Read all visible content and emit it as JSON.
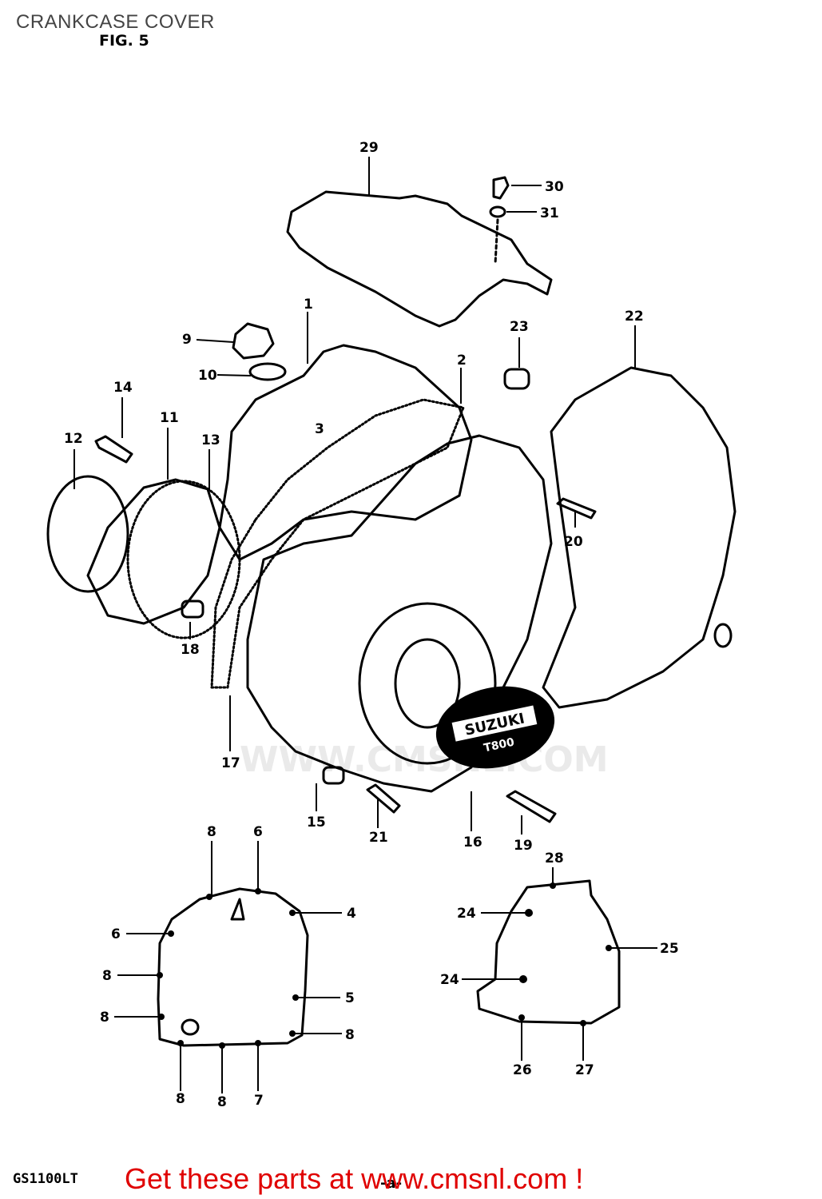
{
  "header": {
    "title": "CRANKCASE COVER",
    "figure": "FIG. 5"
  },
  "footer": {
    "model": "GS1100LT",
    "page": "-a-",
    "link_text": "Get these parts at www.cmsnl.com !"
  },
  "watermark": {
    "text": "WWW.CMSNL.COM"
  },
  "badge": {
    "brand": "SUZUKI",
    "sub": "T800"
  },
  "callouts": [
    "29",
    "30",
    "31",
    "9",
    "1",
    "2",
    "10",
    "3",
    "23",
    "22",
    "14",
    "11",
    "13",
    "12",
    "20",
    "18",
    "17",
    "15",
    "21",
    "16",
    "19",
    "8",
    "6",
    "4",
    "5",
    "7",
    "28",
    "24",
    "25",
    "26",
    "27"
  ]
}
